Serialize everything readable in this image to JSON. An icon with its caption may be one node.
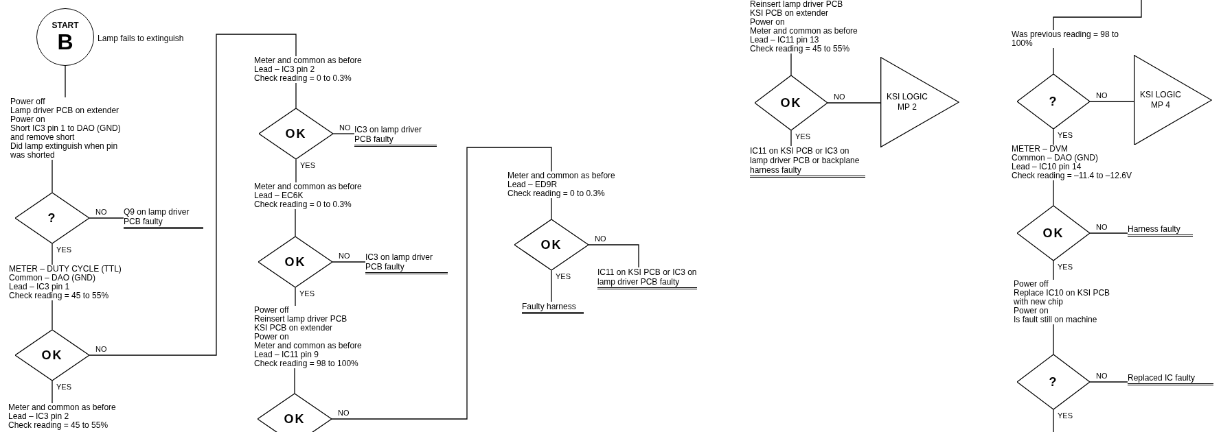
{
  "diagram": {
    "nodes": [
      {
        "text": [
          "START",
          "B"
        ],
        "beside": [
          "Lamp fails to extinguish"
        ]
      },
      {
        "text": [
          "Power off",
          "Lamp driver PCB on extender",
          "Power on",
          "Short IC3 pin 1 to DAO (GND) and remove short",
          "Did lamp extinguish when pin was shorted"
        ]
      },
      {
        "text": [
          "?"
        ]
      },
      {
        "text": [
          "Q9 on lamp driver PCB faulty"
        ]
      },
      {
        "text": [
          "METER – DUTY CYCLE (TTL)",
          "Common – DAO (GND)",
          "Lead – IC3 pin 1",
          "Check reading = 45 to 55%"
        ]
      },
      {
        "text": [
          "OK"
        ]
      },
      {
        "text": [
          "Meter and common as before",
          "Lead – IC3 pin 2",
          "Check reading = 45 to 55%"
        ]
      },
      {
        "text": [
          "Meter and common as before",
          "Lead – IC3 pin 2",
          "Check reading = 0 to 0.3%"
        ]
      },
      {
        "text": [
          "OK"
        ]
      },
      {
        "text": [
          "IC3 on lamp driver PCB faulty"
        ]
      },
      {
        "text": [
          "Meter and common as before",
          "Lead – EC6K",
          "Check reading = 0 to 0.3%"
        ]
      },
      {
        "text": [
          "OK"
        ]
      },
      {
        "text": [
          "IC3 on lamp driver PCB faulty"
        ]
      },
      {
        "text": [
          "Power off",
          "Reinsert lamp driver PCB",
          "KSI PCB on extender",
          "Power on",
          "Meter and common as before",
          "Lead – IC11 pin 9",
          "Check reading = 98 to 100%"
        ]
      },
      {
        "text": [
          "OK"
        ]
      },
      {
        "text": [
          "Meter and common as before",
          "Lead – ED9R",
          "Check reading = 0 to 0.3%"
        ]
      },
      {
        "text": [
          "OK"
        ]
      },
      {
        "text": [
          "IC11 on KSI PCB or IC3 on lamp driver PCB faulty"
        ]
      },
      {
        "text": [
          "Faulty harness"
        ]
      },
      {
        "text": [
          "Reinsert lamp driver PCB",
          "KSI PCB on extender",
          "Power on",
          "Meter and common as before",
          "Lead – IC11 pin 13",
          "Check reading = 45 to 55%"
        ]
      },
      {
        "text": [
          "OK"
        ]
      },
      {
        "text": [
          "KSI LOGIC MP 2"
        ]
      },
      {
        "text": [
          "IC11 on KSI PCB or IC3 on lamp driver PCB or backplane harness faulty"
        ]
      },
      {
        "text": [
          "Was previous reading = 98 to 100%"
        ]
      },
      {
        "text": [
          "?"
        ]
      },
      {
        "text": [
          "KSI LOGIC MP 4"
        ]
      },
      {
        "text": [
          "METER – DVM",
          "Common – DAO (GND)",
          "Lead – IC10 pin 14",
          "Check reading = –11.4 to –12.6V"
        ]
      },
      {
        "text": [
          "OK"
        ]
      },
      {
        "text": [
          "Harness faulty"
        ]
      },
      {
        "text": [
          "Power off",
          "Replace IC10 on KSI PCB with new chip",
          "Power on",
          "Is fault still on machine"
        ]
      },
      {
        "text": [
          "?"
        ]
      },
      {
        "text": [
          "Replaced IC faulty"
        ]
      }
    ],
    "edges": [
      {
        "from": 0,
        "to": 1,
        "arrow": "none"
      },
      {
        "from": 1,
        "to": 2,
        "arrow": "none"
      },
      {
        "from": 2,
        "to": 3,
        "arrow": "none",
        "label": "NO"
      },
      {
        "from": 2,
        "to": 4,
        "arrow": "none",
        "label": "YES"
      },
      {
        "from": 4,
        "to": 5,
        "arrow": "none"
      },
      {
        "from": 5,
        "to": 7,
        "arrow": "none",
        "label": "NO"
      },
      {
        "from": 5,
        "to": 6,
        "arrow": "none",
        "label": "YES"
      },
      {
        "from": 7,
        "to": 8,
        "arrow": "none"
      },
      {
        "from": 8,
        "to": 9,
        "arrow": "none",
        "label": "NO"
      },
      {
        "from": 8,
        "to": 10,
        "arrow": "none",
        "label": "YES"
      },
      {
        "from": 10,
        "to": 11,
        "arrow": "none"
      },
      {
        "from": 11,
        "to": 12,
        "arrow": "none",
        "label": "NO"
      },
      {
        "from": 11,
        "to": 13,
        "arrow": "none",
        "label": "YES"
      },
      {
        "from": 13,
        "to": 14,
        "arrow": "none"
      },
      {
        "from": 14,
        "to": 15,
        "arrow": "none",
        "label": "NO"
      },
      {
        "from": 15,
        "to": 16,
        "arrow": "none"
      },
      {
        "from": 16,
        "to": 17,
        "arrow": "none",
        "label": "NO"
      },
      {
        "from": 16,
        "to": 18,
        "arrow": "none",
        "label": "YES"
      },
      {
        "from": 19,
        "to": 20,
        "arrow": "none"
      },
      {
        "from": 20,
        "to": 21,
        "arrow": "none",
        "label": "NO"
      },
      {
        "from": 20,
        "to": 22,
        "arrow": "none",
        "label": "YES"
      },
      {
        "from": null,
        "to": 23,
        "arrow": "none"
      },
      {
        "from": 23,
        "to": 24,
        "arrow": "none"
      },
      {
        "from": 24,
        "to": 25,
        "arrow": "none",
        "label": "NO"
      },
      {
        "from": 24,
        "to": 26,
        "arrow": "none",
        "label": "YES"
      },
      {
        "from": 26,
        "to": 27,
        "arrow": "none"
      },
      {
        "from": 27,
        "to": 28,
        "arrow": "none",
        "label": "NO"
      },
      {
        "from": 27,
        "to": 29,
        "arrow": "none",
        "label": "YES"
      },
      {
        "from": 29,
        "to": 30,
        "arrow": "none"
      },
      {
        "from": 30,
        "to": 31,
        "arrow": "none",
        "label": "NO"
      },
      {
        "from": 30,
        "to": null,
        "arrow": "none",
        "label": "YES"
      }
    ]
  }
}
